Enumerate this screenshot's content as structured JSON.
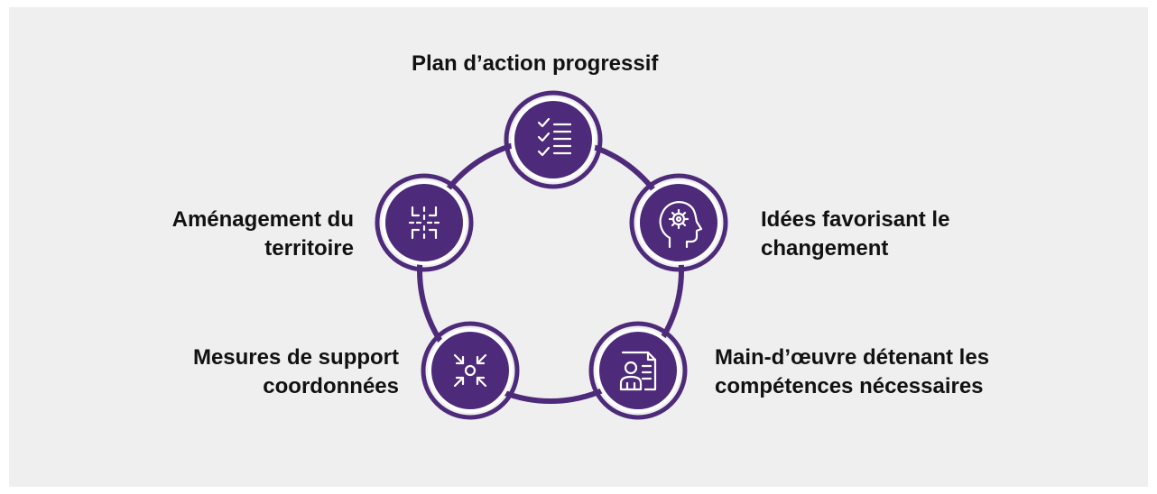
{
  "colors": {
    "background": "#efefef",
    "accent": "#4d2a7a",
    "ring": "#4d2a7a",
    "icon_stroke": "#ffffff",
    "text": "#111111"
  },
  "nodes": [
    {
      "id": "plan",
      "label": "Plan d’action progressif",
      "icon": "checklist-icon"
    },
    {
      "id": "idees",
      "label": "Idées favorisant le\nchangement",
      "icon": "head-gear-icon"
    },
    {
      "id": "main",
      "label": "Main-d’œuvre détenant les\ncompétences nécessaires",
      "icon": "person-document-icon"
    },
    {
      "id": "mesures",
      "label": "Mesures de support\ncoordonnées",
      "icon": "converging-arrows-icon"
    },
    {
      "id": "amenagement",
      "label": "Aménagement du\nterritoire",
      "icon": "zoning-grid-icon"
    }
  ]
}
